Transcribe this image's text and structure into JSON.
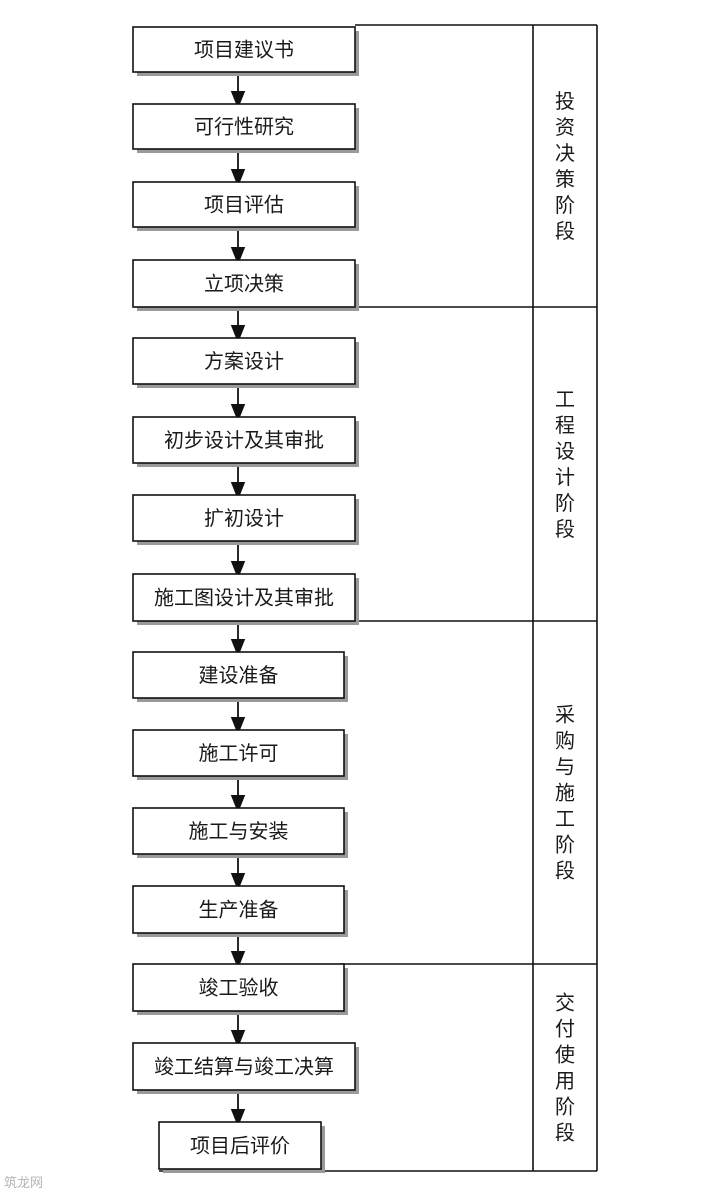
{
  "steps": [
    "项目建议书",
    "可行性研究",
    "项目评估",
    "立项决策",
    "方案设计",
    "初步设计及其审批",
    "扩初设计",
    "施工图设计及其审批",
    "建设准备",
    "施工许可",
    "施工与安装",
    "生产准备",
    "竣工验收",
    "竣工结算与竣工决算",
    "项目后评价"
  ],
  "phases": [
    "投资决策阶段",
    "工程设计阶段",
    "采购与施工阶段",
    "交付使用阶段"
  ],
  "watermark": "筑龙网"
}
